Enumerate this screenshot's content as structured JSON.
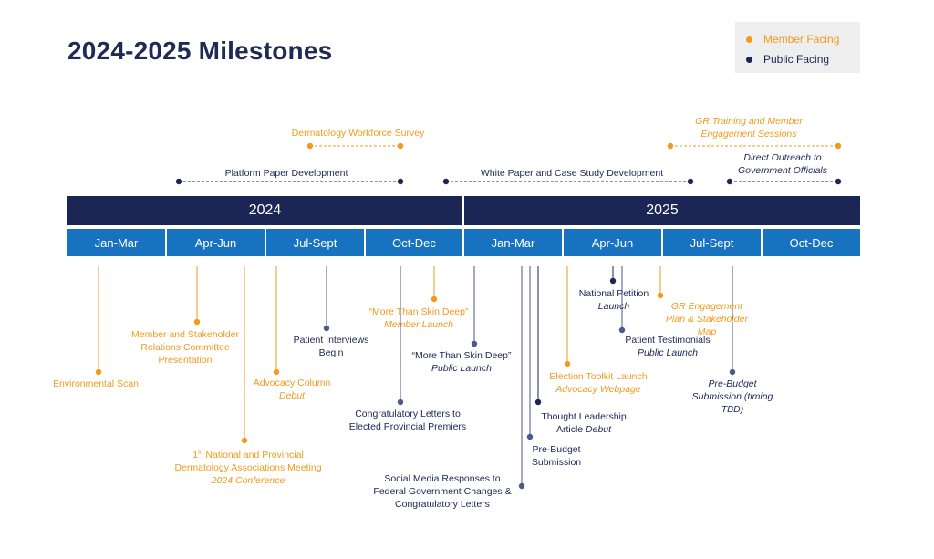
{
  "title": "2024-2025 Milestones",
  "legend": {
    "member": "Member Facing",
    "public": "Public Facing",
    "member_color": "#f29a1c",
    "public_color": "#1b2654"
  },
  "years": [
    "2024",
    "2025"
  ],
  "quarters": [
    "Jan-Mar",
    "Apr-Jun",
    "Jul-Sept",
    "Oct-Dec",
    "Jan-Mar",
    "Apr-Jun",
    "Jul-Sept",
    "Oct-Dec"
  ],
  "spans": {
    "derm_survey": "Dermatology Workforce Survey",
    "platform_paper": "Platform Paper Development",
    "white_paper": "White Paper and Case Study Development",
    "gr_training_1": "GR Training and Member",
    "gr_training_2": "Engagement Sessions",
    "outreach_1": "Direct Outreach to",
    "outreach_2": "Government Officials"
  },
  "milestones": {
    "env_scan": "Environmental Scan",
    "member_stakeholder_1": "Member and Stakeholder",
    "member_stakeholder_2": "Relations Committee",
    "member_stakeholder_3": "Presentation",
    "first_meeting_sup": "st",
    "first_meeting_1a": "1",
    "first_meeting_1b": " National and Provincial",
    "first_meeting_2": "Dermatology Associations Meeting",
    "first_meeting_3": "2024 Conference",
    "advocacy_col_1": "Advocacy Column",
    "advocacy_col_2": "Debut",
    "patient_interviews_1": "Patient Interviews",
    "patient_interviews_2": "Begin",
    "mtsd_member_1": "“More Than Skin Deep”",
    "mtsd_member_2": "Member Launch",
    "congrats_1": "Congratulatory Letters to",
    "congrats_2": "Elected Provincial Premiers",
    "mtsd_public_1": "“More Than Skin Deep”",
    "mtsd_public_2": "Public Launch",
    "social_1": "Social Media Responses to",
    "social_2": "Federal Government Changes &",
    "social_3": "Congratulatory Letters",
    "prebudget_1": "Pre-Budget",
    "prebudget_2": "Submission",
    "thought_1": "Thought Leadership",
    "thought_2a": "Article ",
    "thought_2b": "Debut",
    "election_1": "Election Toolkit Launch",
    "election_2": "Advocacy Webpage",
    "petition_1": "National Petition",
    "petition_2": "Launch",
    "testimonials_1": "Patient Testimonials",
    "testimonials_2": "Public Launch",
    "gr_plan_1": "GR Engagement",
    "gr_plan_2": "Plan & Stakeholder",
    "gr_plan_3": "Map",
    "prebudget2025_1": "Pre-Budget",
    "prebudget2025_2": "Submission (timing",
    "prebudget2025_3": "TBD)"
  }
}
